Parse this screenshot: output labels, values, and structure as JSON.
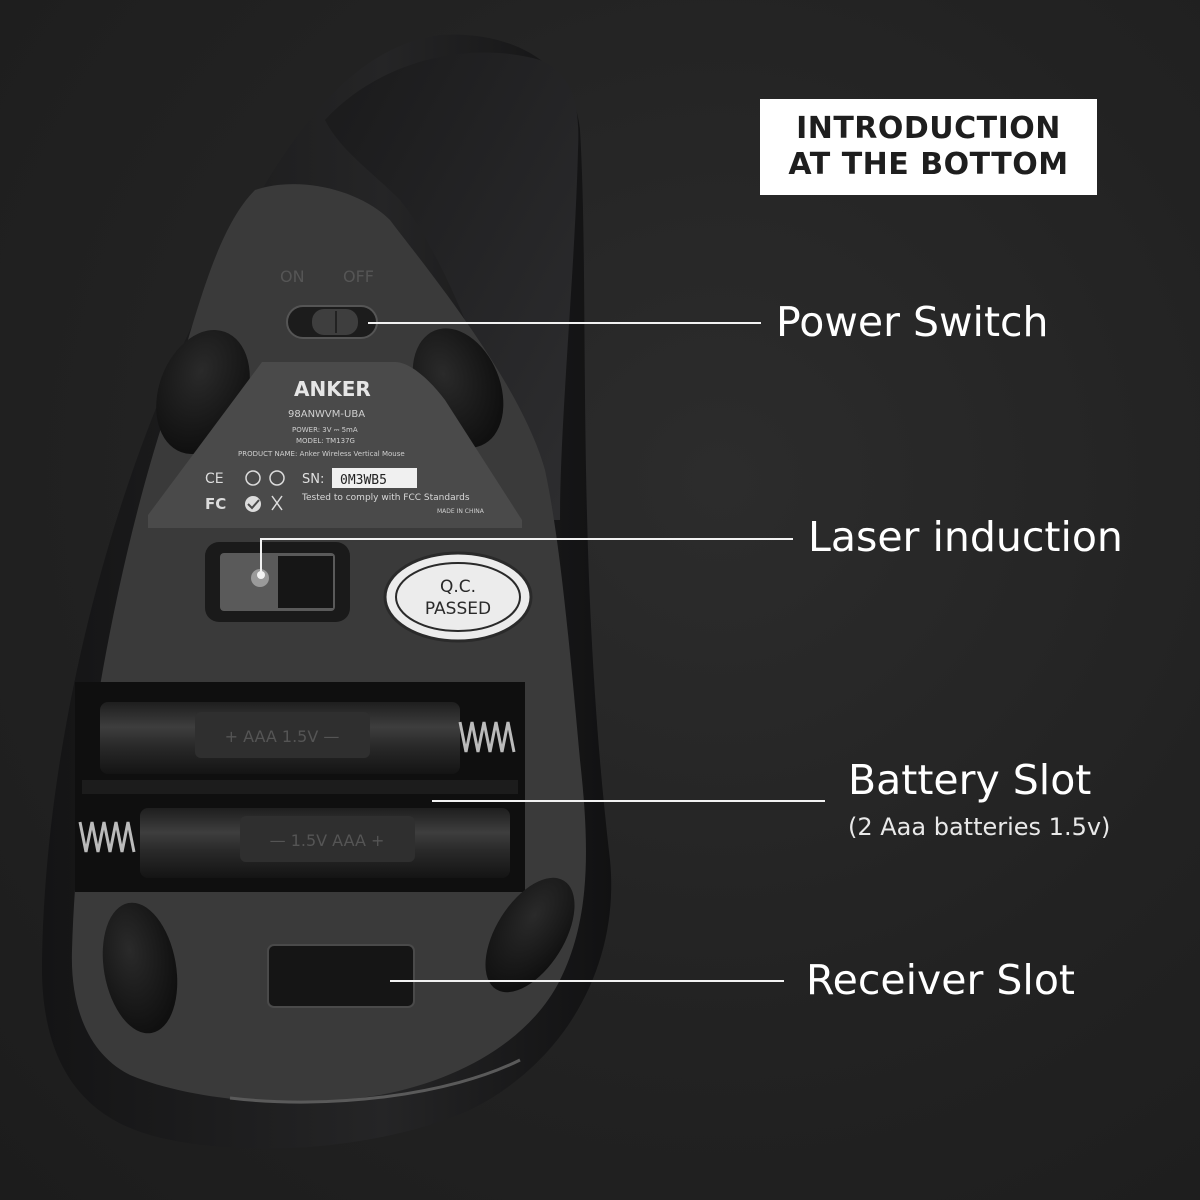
{
  "title": {
    "line1": "INTRODUCTION",
    "line2": "AT THE BOTTOM"
  },
  "callouts": {
    "power_switch": "Power Switch",
    "laser_induction": "Laser induction",
    "battery_slot": "Battery Slot",
    "battery_slot_note": "(2 Aaa batteries 1.5v)",
    "receiver_slot": "Receiver Slot"
  },
  "mouse_label": {
    "switch_on": "ON",
    "switch_off": "OFF",
    "brand": "ANKER",
    "model_code": "98ANWVM-UBA",
    "power": "POWER: 3V ⎓ 5mA",
    "model": "MODEL: TM137G",
    "product_name": "PRODUCT NAME: Anker Wireless Vertical Mouse",
    "sn_label": "SN:",
    "sn_value": "0M3WB5",
    "fcc_text": "Tested to comply with FCC Standards",
    "made_in": "MADE IN CHINA",
    "qc_line1": "Q.C.",
    "qc_line2": "PASSED",
    "battery_top_label": "+ AAA 1.5V —",
    "battery_bottom_label": "— 1.5V AAA +"
  },
  "colors": {
    "background": "#232323",
    "mouse_body": "#1f1f20",
    "mouse_base": "#3a3a3a",
    "label_bg": "#4a4a4a",
    "callout_text": "#ffffff"
  }
}
